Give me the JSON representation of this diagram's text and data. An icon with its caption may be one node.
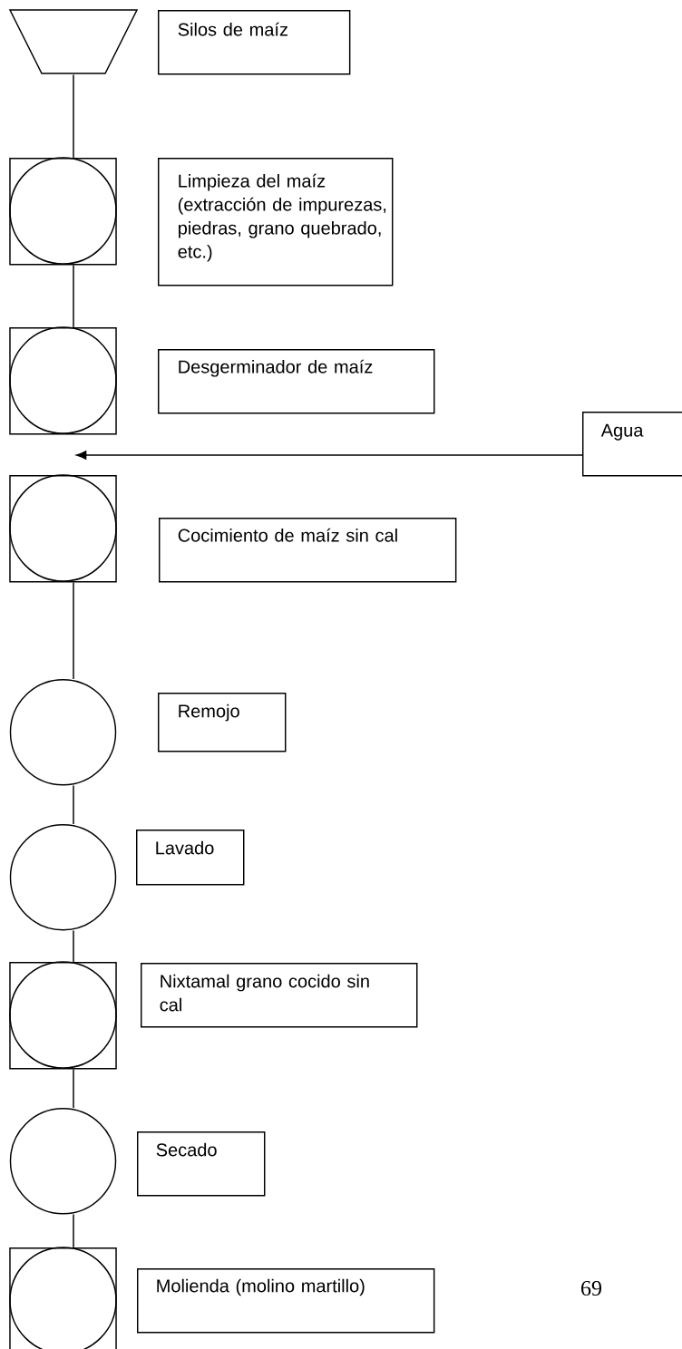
{
  "diagram": {
    "nodes": [
      {
        "text": [],
        "shape": "trapezoid"
      },
      {
        "text": [
          "Silos de maíz"
        ]
      },
      {
        "text": [],
        "shape": "box"
      },
      {
        "text": [
          "Limpieza del maíz (extracción de impurezas, piedras, grano quebrado, etc.)"
        ]
      },
      {
        "text": [],
        "shape": "box"
      },
      {
        "text": [
          "Desgerminador de maíz"
        ]
      },
      {
        "text": [
          "Agua"
        ]
      },
      {
        "text": [],
        "shape": "box"
      },
      {
        "text": [
          "Cocimiento de maíz sin cal"
        ]
      },
      {
        "text": [],
        "shape": "circle"
      },
      {
        "text": [
          "Remojo"
        ]
      },
      {
        "text": [],
        "shape": "circle"
      },
      {
        "text": [
          "Lavado"
        ]
      },
      {
        "text": [],
        "shape": "box"
      },
      {
        "text": [
          "Nixtamal grano cocido sin cal"
        ]
      },
      {
        "text": [],
        "shape": "circle"
      },
      {
        "text": [
          "Secado"
        ]
      },
      {
        "text": [],
        "shape": "box"
      },
      {
        "text": [
          "Molienda (molino martillo)"
        ]
      }
    ],
    "edges": [
      {
        "from": 0,
        "to": 2,
        "arrow": "none"
      },
      {
        "from": 2,
        "to": 4,
        "arrow": "none"
      },
      {
        "from": 6,
        "to": null,
        "arrow": "to"
      },
      {
        "from": 7,
        "to": 9,
        "arrow": "none"
      },
      {
        "from": 9,
        "to": 11,
        "arrow": "none"
      },
      {
        "from": 11,
        "to": 13,
        "arrow": "none"
      },
      {
        "from": 13,
        "to": 15,
        "arrow": "none"
      },
      {
        "from": 15,
        "to": 17,
        "arrow": "none"
      }
    ],
    "labels": [
      "69"
    ]
  }
}
